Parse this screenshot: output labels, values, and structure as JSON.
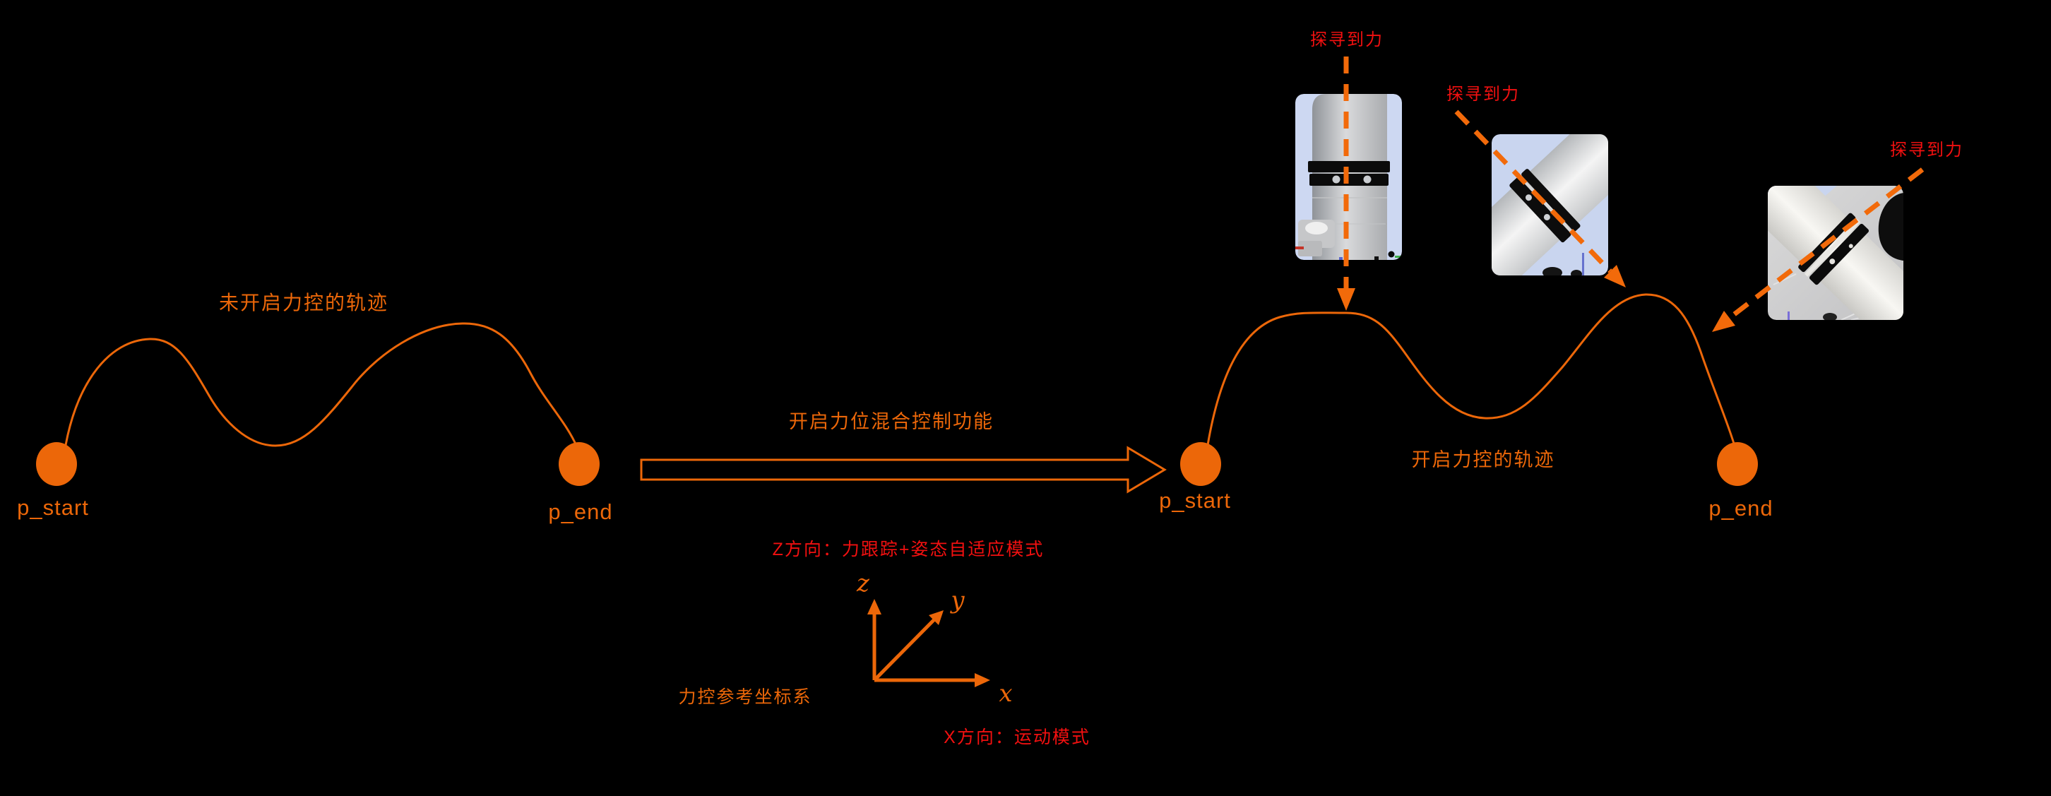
{
  "colors": {
    "background": "#000000",
    "orange": "#EC6709",
    "orange_bright": "#F26A0A",
    "red": "#F21010",
    "card_background": "#CBD6F0"
  },
  "left_diagram": {
    "title": "未开启力控的轨迹",
    "start_point": "p_start",
    "end_point": "p_end"
  },
  "transition_arrow": {
    "label": "开启力位混合控制功能"
  },
  "coordinate_frame": {
    "frame_label": "力控参考坐标系",
    "z_mode_note": "Z方向：力跟踪+姿态自适应模式",
    "x_mode_note": "X方向：运动模式",
    "axes": {
      "z": "z",
      "y": "y",
      "x": "x"
    }
  },
  "right_diagram": {
    "title": "开启力控的轨迹",
    "start_point": "p_start",
    "end_point": "p_end",
    "probe_labels": [
      "探寻到力",
      "探寻到力",
      "探寻到力"
    ],
    "robot_images": [
      "robot-arm-vertical-contact",
      "robot-arm-tilted-contact",
      "robot-arm-tilted-side-contact"
    ]
  }
}
